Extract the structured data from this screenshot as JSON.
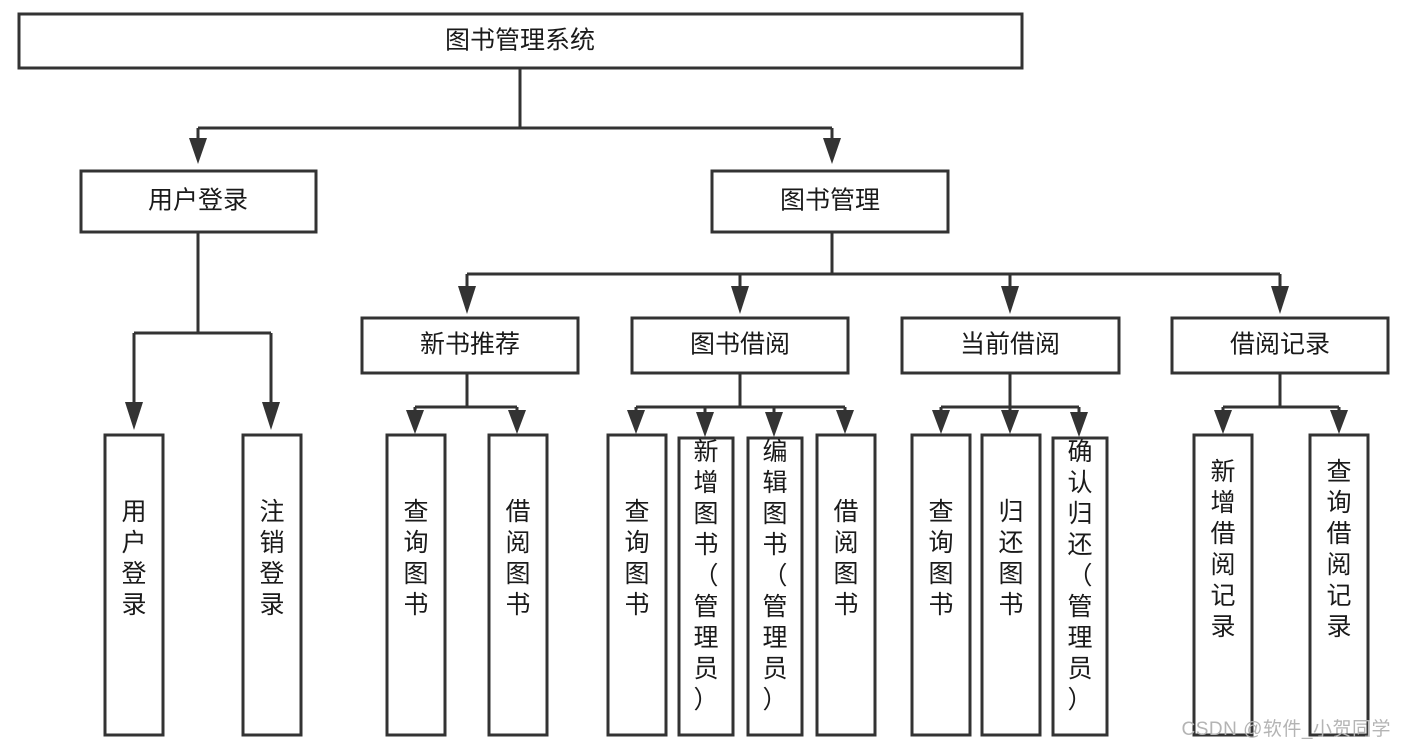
{
  "diagram": {
    "title": "图书管理系统",
    "type": "hierarchy-tree",
    "orientation": "top-down",
    "watermark": "CSDN @软件_小贺同学",
    "colors": {
      "box_fill": "#ffffff",
      "box_stroke": "#333333",
      "text": "#1a1a1a",
      "watermark": "#b4b4b4",
      "background": "#ffffff"
    },
    "root": {
      "id": "root",
      "label": "图书管理系统",
      "text_orientation": "horizontal"
    },
    "level1": [
      {
        "id": "user-login",
        "label": "用户登录",
        "text_orientation": "horizontal"
      },
      {
        "id": "book-manage",
        "label": "图书管理",
        "text_orientation": "horizontal"
      }
    ],
    "level2": [
      {
        "id": "new-book-recommend",
        "label": "新书推荐",
        "parent": "book-manage",
        "text_orientation": "horizontal"
      },
      {
        "id": "book-borrow",
        "label": "图书借阅",
        "parent": "book-manage",
        "text_orientation": "horizontal"
      },
      {
        "id": "current-borrow",
        "label": "当前借阅",
        "parent": "book-manage",
        "text_orientation": "horizontal"
      },
      {
        "id": "borrow-record",
        "label": "借阅记录",
        "parent": "book-manage",
        "text_orientation": "horizontal"
      }
    ],
    "leaves": [
      {
        "id": "leaf-user-login",
        "label": "用户登录",
        "parent": "user-login",
        "text_orientation": "vertical"
      },
      {
        "id": "leaf-user-logout",
        "label": "注销登录",
        "parent": "user-login",
        "text_orientation": "vertical"
      },
      {
        "id": "leaf-query-book-1",
        "label": "查询图书",
        "parent": "new-book-recommend",
        "text_orientation": "vertical"
      },
      {
        "id": "leaf-borrow-book-1",
        "label": "借阅图书",
        "parent": "new-book-recommend",
        "text_orientation": "vertical"
      },
      {
        "id": "leaf-query-book-2",
        "label": "查询图书",
        "parent": "book-borrow",
        "text_orientation": "vertical"
      },
      {
        "id": "leaf-add-book",
        "label": "新增图书（管理员）",
        "parent": "book-borrow",
        "text_orientation": "vertical"
      },
      {
        "id": "leaf-edit-book",
        "label": "编辑图书（管理员）",
        "parent": "book-borrow",
        "text_orientation": "vertical"
      },
      {
        "id": "leaf-borrow-book-2",
        "label": "借阅图书",
        "parent": "book-borrow",
        "text_orientation": "vertical"
      },
      {
        "id": "leaf-query-book-3",
        "label": "查询图书",
        "parent": "current-borrow",
        "text_orientation": "vertical"
      },
      {
        "id": "leaf-return-book",
        "label": "归还图书",
        "parent": "current-borrow",
        "text_orientation": "vertical"
      },
      {
        "id": "leaf-confirm-return",
        "label": "确认归还（管理员）",
        "parent": "current-borrow",
        "text_orientation": "vertical"
      },
      {
        "id": "leaf-add-record",
        "label": "新增借阅记录",
        "parent": "borrow-record",
        "text_orientation": "vertical"
      },
      {
        "id": "leaf-query-record",
        "label": "查询借阅记录",
        "parent": "borrow-record",
        "text_orientation": "vertical"
      }
    ]
  }
}
